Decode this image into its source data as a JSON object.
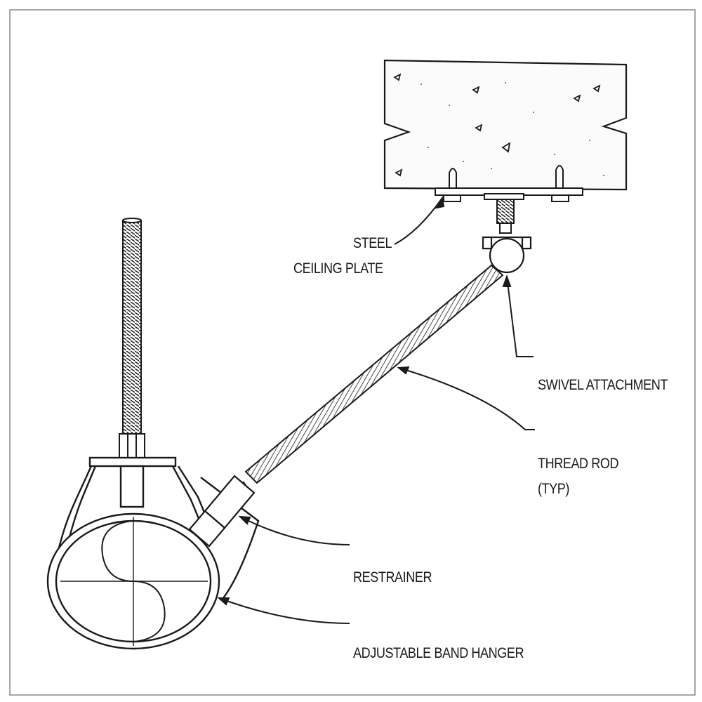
{
  "labels": {
    "steel": "STEEL",
    "ceiling_plate": "CEILING PLATE",
    "swivel_attachment": "SWIVEL ATTACHMENT",
    "thread_rod": "THREAD ROD",
    "typ": "(TYP)",
    "restrainer": "RESTRAINER",
    "band_hanger": "ADJUSTABLE BAND HANGER"
  },
  "colors": {
    "line": "#1a1a1a",
    "background": "#ffffff"
  }
}
